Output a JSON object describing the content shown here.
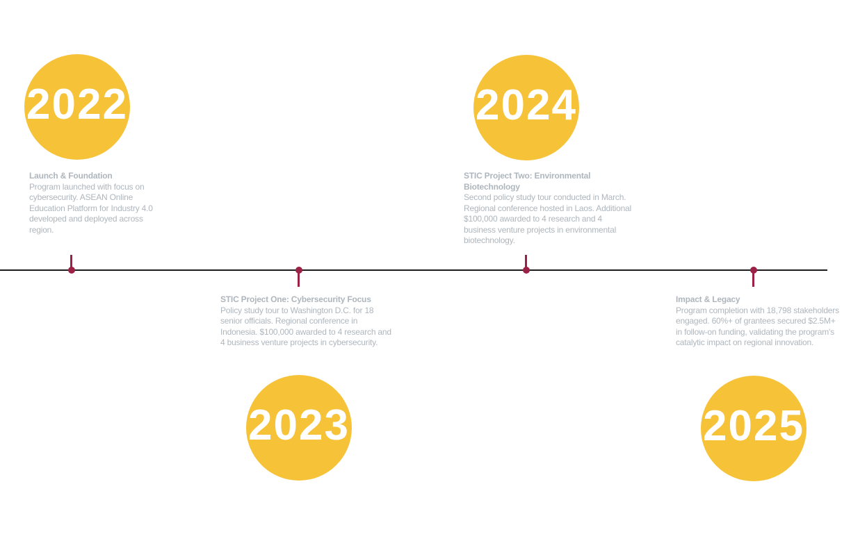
{
  "timeline": {
    "colors": {
      "line": "#1c1c1c",
      "tick": "#9b2146",
      "circle": "#f6c238",
      "year_text": "#ffffff",
      "body_text": "#aeb6bd"
    },
    "milestones": [
      {
        "year": "2022",
        "position": "top",
        "heading": "Launch & Foundation",
        "description": "Program launched with focus on cybersecurity. ASEAN Online Education Platform for Industry 4.0 developed and deployed across region."
      },
      {
        "year": "2023",
        "position": "bottom",
        "heading": "STIC Project One: Cybersecurity Focus",
        "description": "Policy study tour to Washington D.C. for 18 senior officials. Regional conference in Indonesia. $100,000 awarded to 4 research and 4 business venture projects in cybersecurity."
      },
      {
        "year": "2024",
        "position": "top",
        "heading": "STIC Project Two: Environmental Biotechnology",
        "description": "Second policy study tour conducted in March. Regional conference hosted in Laos. Additional $100,000 awarded to 4 research and 4 business venture projects in environmental biotechnology."
      },
      {
        "year": "2025",
        "position": "bottom",
        "heading": "Impact & Legacy",
        "description": "Program completion with 18,798 stakeholders engaged. 60%+ of grantees secured $2.5M+ in follow-on funding, validating the program's catalytic impact on regional innovation."
      }
    ]
  }
}
